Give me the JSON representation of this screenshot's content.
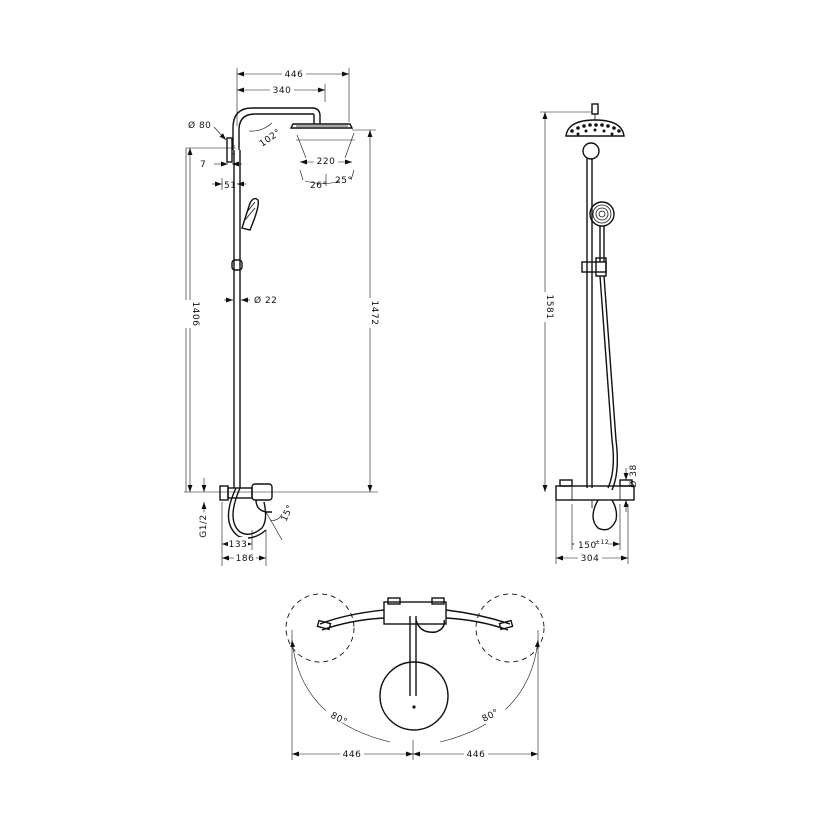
{
  "front_view": {
    "overall_width": "446",
    "arm_width": "340",
    "head_angle": "102°",
    "flange_dia": "Ø 80",
    "wall_offset_7": "7",
    "wall_offset_51": "51",
    "head_dia": "220",
    "head_tilt_left": "26°",
    "head_tilt_right": "25°",
    "riser_height": "1406",
    "total_height": "1472",
    "pipe_dia": "Ø 22",
    "spout_angle": "15°",
    "thread": "G1/2",
    "spout_133": "133",
    "spout_186": "186"
  },
  "side_view": {
    "total_height": "1581",
    "mixer_dia": "Ø 38",
    "centers": "150",
    "centers_tol": "±12",
    "mixer_width": "304"
  },
  "top_view": {
    "swing_left_angle": "80°",
    "swing_right_angle": "80°",
    "reach_left": "446",
    "reach_right": "446"
  }
}
